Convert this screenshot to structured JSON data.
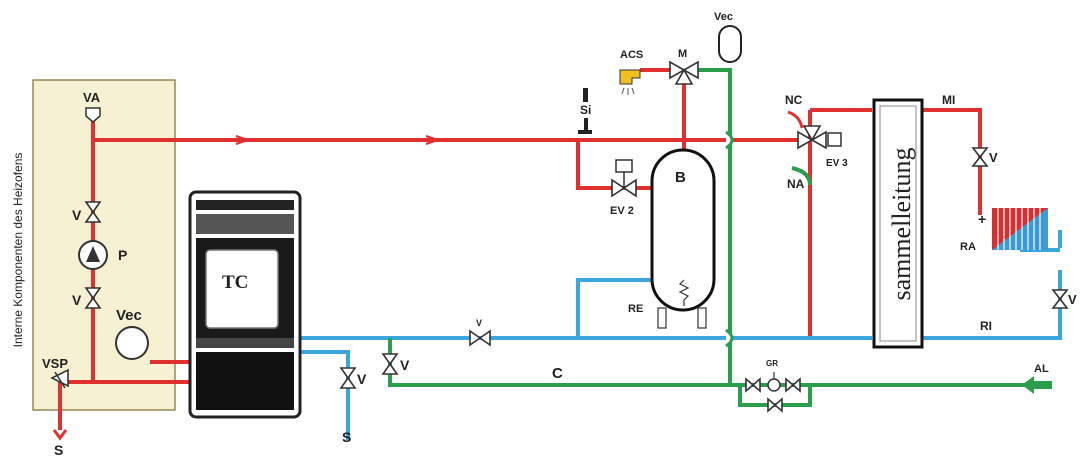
{
  "side_label": "Interne Komponenten des Heizofens",
  "labels": {
    "va": "VA",
    "v": "V",
    "p": "P",
    "vec": "Vec",
    "vsp": "VSP",
    "s": "S",
    "tc": "TC",
    "si": "Si",
    "acs": "ACS",
    "m": "M",
    "b": "B",
    "ev2": "EV 2",
    "re": "RE",
    "nc": "NC",
    "na": "NA",
    "ev3": "EV 3",
    "manifold": "sammelleitung",
    "mi": "MI",
    "ra": "RA",
    "ri": "RI",
    "c": "C",
    "gr": "GR",
    "al": "AL",
    "plus": "+"
  },
  "colors": {
    "flow": "#e03030",
    "return": "#3aa6dc",
    "cold_water": "#2a9e4a",
    "internal_box": "#f7f1d4"
  }
}
